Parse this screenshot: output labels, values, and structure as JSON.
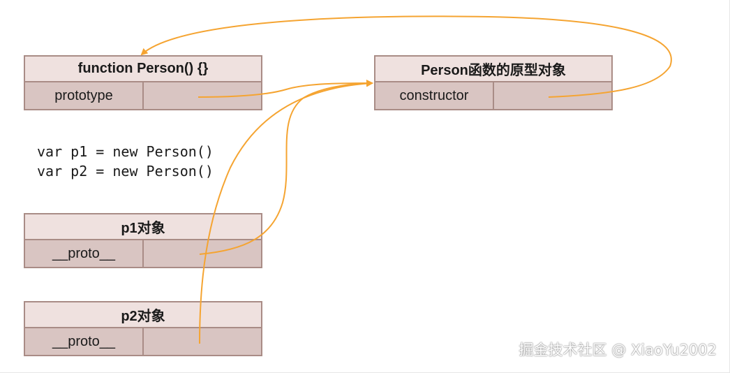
{
  "person_fn": {
    "title": "function Person() {}",
    "key": "prototype"
  },
  "proto_obj": {
    "title": "Person函数的原型对象",
    "key": "constructor"
  },
  "code": {
    "line1": "var p1 = new Person()",
    "line2": "var p2 = new Person()"
  },
  "p1_obj": {
    "title": "p1对象",
    "key": "__proto__"
  },
  "p2_obj": {
    "title": "p2对象",
    "key": "__proto__"
  },
  "watermark": "掘金技术社区 @ XiaoYu2002",
  "colors": {
    "arrow": "#f5a431",
    "header_bg": "#efe1df",
    "row_bg": "#d9c5c2",
    "border": "#a98c86"
  }
}
